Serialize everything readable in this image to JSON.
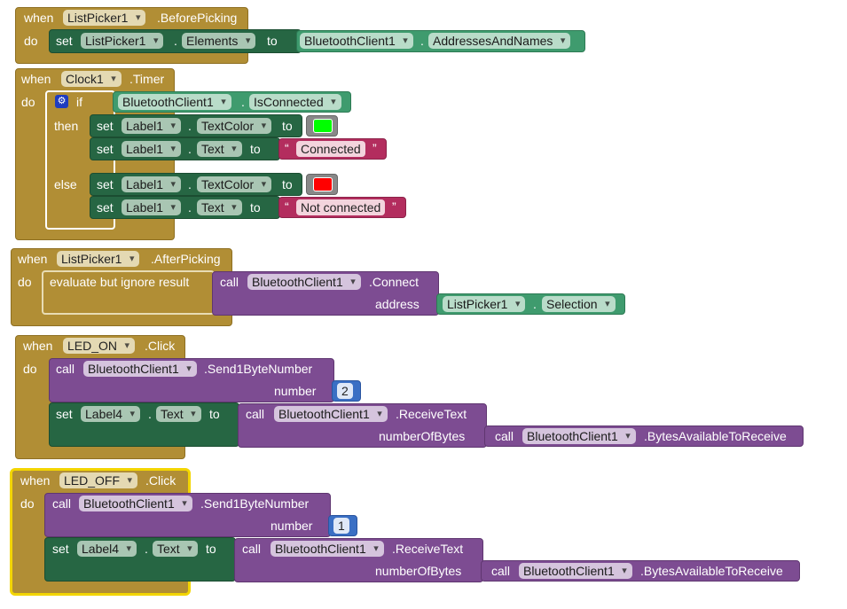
{
  "kw": {
    "when": "when",
    "do": "do",
    "set": "set",
    "to": "to",
    "call": "call",
    "if": "if",
    "then": "then",
    "else": "else",
    "evaluate": "evaluate but ignore result",
    "quote_open": "“",
    "quote_close": "”"
  },
  "b1": {
    "component": "ListPicker1",
    "event": ".BeforePicking",
    "set_component": "ListPicker1",
    "set_property": "Elements",
    "get_component": "BluetoothClient1",
    "get_property": "AddressesAndNames"
  },
  "b2": {
    "component": "Clock1",
    "event": ".Timer",
    "cond_component": "BluetoothClient1",
    "cond_property": "IsConnected",
    "then1_component": "Label1",
    "then1_property": "TextColor",
    "then1_color": "#00ff00",
    "then2_component": "Label1",
    "then2_property": "Text",
    "then2_text": "Connected",
    "else1_component": "Label1",
    "else1_property": "TextColor",
    "else1_color": "#ff0000",
    "else2_component": "Label1",
    "else2_property": "Text",
    "else2_text": "Not connected"
  },
  "b3": {
    "component": "ListPicker1",
    "event": ".AfterPicking",
    "call_component": "BluetoothClient1",
    "method": ".Connect",
    "arg_label": "address",
    "arg_component": "ListPicker1",
    "arg_property": "Selection"
  },
  "b4": {
    "component": "LED_ON",
    "event": ".Click",
    "call_component": "BluetoothClient1",
    "method": ".Send1ByteNumber",
    "arg_label": "number",
    "number": "2",
    "set_component": "Label4",
    "set_property": "Text",
    "recv_component": "BluetoothClient1",
    "recv_method": ".ReceiveText",
    "recv_arg": "numberOfBytes",
    "avail_component": "BluetoothClient1",
    "avail_method": ".BytesAvailableToReceive"
  },
  "b5": {
    "component": "LED_OFF",
    "event": ".Click",
    "call_component": "BluetoothClient1",
    "method": ".Send1ByteNumber",
    "arg_label": "number",
    "number": "1",
    "set_component": "Label4",
    "set_property": "Text",
    "recv_component": "BluetoothClient1",
    "recv_method": ".ReceiveText",
    "recv_arg": "numberOfBytes",
    "avail_component": "BluetoothClient1",
    "avail_method": ".BytesAvailableToReceive"
  }
}
